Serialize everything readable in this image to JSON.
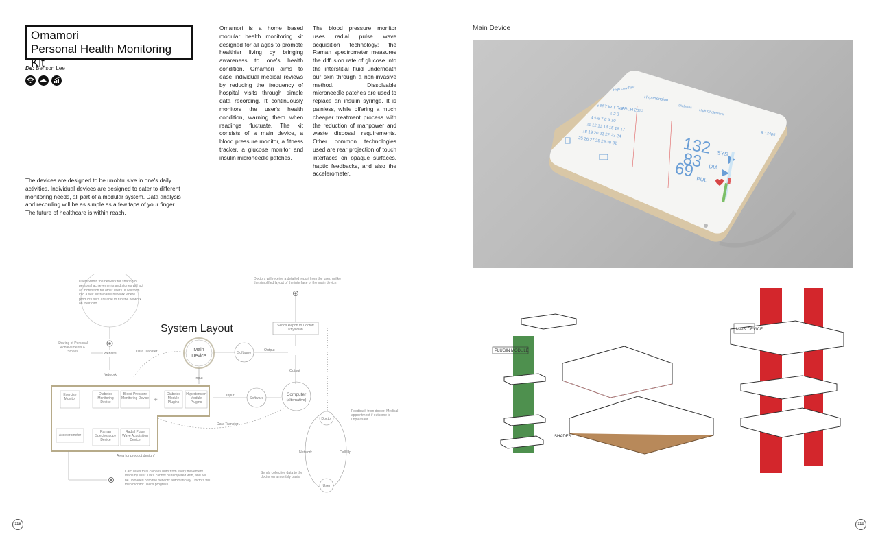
{
  "header": {
    "title_line1": "Omamori",
    "title_line2": "Personal Health Monitoring Kit",
    "author_prefix": "De:",
    "author_name": "Benson Lee",
    "icons": [
      "wifi-icon",
      "cloud-icon",
      "chart-icon"
    ]
  },
  "body": {
    "col1": "Omamori is a home based modular health monitoring kit designed for all ages to promote healthier living by bringing awareness to one's health condition. Omamori aims to ease individual medical reviews by reducing the frequency of hospital visits through simple data recording. It continuously monitors the user's health condition, warning them when readings fluctuate. The kit consists of a main device, a blood pressure monitor, a fitness tracker, a glucose monitor and insulin microneedle patches.",
    "col2": "The blood pressure monitor uses radial pulse wave acquisition technology; the Raman spectrometer measures the diffusion rate of glucose into the interstitial fluid underneath our skin through a non-invasive method. Dissolvable microneedle patches are used to replace an insulin syringe. It is painless, while offering a much cheaper treatment process with the reduction of manpower and waste disposal requirements. Other common technologies used are rear projection of touch interfaces on opaque surfaces, haptic feedbacks, and also the accelerometer.",
    "intro": "The devices are designed to be unobtrusive in one's daily activities. Individual devices are designed to cater to different monitoring needs, all part of a modular system. Data analysis and recording will be as simple as a few taps of your finger. The future of healthcare is within reach."
  },
  "photo": {
    "label": "Main Device",
    "screen": {
      "tabs": [
        "High Low Fast",
        "Hypertension",
        "Diabetes",
        "High Cholesterol"
      ],
      "month": "MARCH 2012",
      "weekdays": "S M T W T F S",
      "cal_rows": [
        "1 2 3",
        "4 5 6 7 8 9 10",
        "11 12 13 14 15 16 17",
        "18 19 20 21 22 23 24",
        "25 26 27 28 29 30 31"
      ],
      "time": "9 : 24pm",
      "sys_value": "132",
      "sys_label": "SYS",
      "dia_value": "83",
      "dia_label": "DIA",
      "pul_value": "69",
      "pul_label": "PUL"
    }
  },
  "diagram": {
    "title": "System Layout",
    "note_users": "Users within the network for sharing of personal achievements and stories will act as motivation for other users. It will form into a self sustainable network where product users are able to run the network on their own.",
    "note_doctors": "Doctors will receive a detailed report from the user, unlike the simplified layout of the interface of the main device.",
    "node_main_line1": "Main",
    "node_main_line2": "Device",
    "node_software_top": "Software",
    "node_network_top": "Network",
    "node_report": "Sends Report to Doctor/ Physician",
    "label_sharing": "Sharing of Personal Achievements & Stories",
    "label_website": "Website",
    "label_data_transfer_top": "Data Transfer",
    "label_network_left": "Network",
    "label_output_top": "Output",
    "label_output_right": "Output",
    "label_input_top": "Input",
    "label_input_mid": "Input",
    "node_software_mid": "Software",
    "node_computer_line1": "Computer",
    "node_computer_line2": "(alternative)",
    "label_data_transfer_bottom": "Data Transfer",
    "modules": {
      "exercise": "Exercise Monitor",
      "diabetes": "Diabetes Monitoring Device",
      "blood_pressure": "Blood Pressure Monitoring Device",
      "diabetes_plugin": "Diabetes Module Plugins",
      "hypertension_plugin": "Hypertension Module Plugins",
      "accelerometer": "Accelerometer",
      "raman": "Raman Spectroscopy Device",
      "radial": "Radial Pulse Wave Acquisition Device"
    },
    "area_label": "Area for product design*",
    "node_doctor": "Doctor",
    "node_user": "User",
    "label_network_bottom": "Network",
    "label_call_up": "Call Up",
    "note_feedback": "Feedback from doctor. Medical appointment if outcome is unpleasant.",
    "note_sends": "Sends collective data to the doctor on a monthly basis",
    "note_calories": "Calculates total calories burn from every movement made by user. Data cannot be tempered with, and will be uploaded onto the network automatically. Doctors will then monitor user's progress."
  },
  "sketch": {
    "labels": [
      "PLUGIN MODULE",
      "MAIN DEVICE",
      "SHADES"
    ]
  },
  "pages": {
    "left": "118",
    "right": "119"
  }
}
